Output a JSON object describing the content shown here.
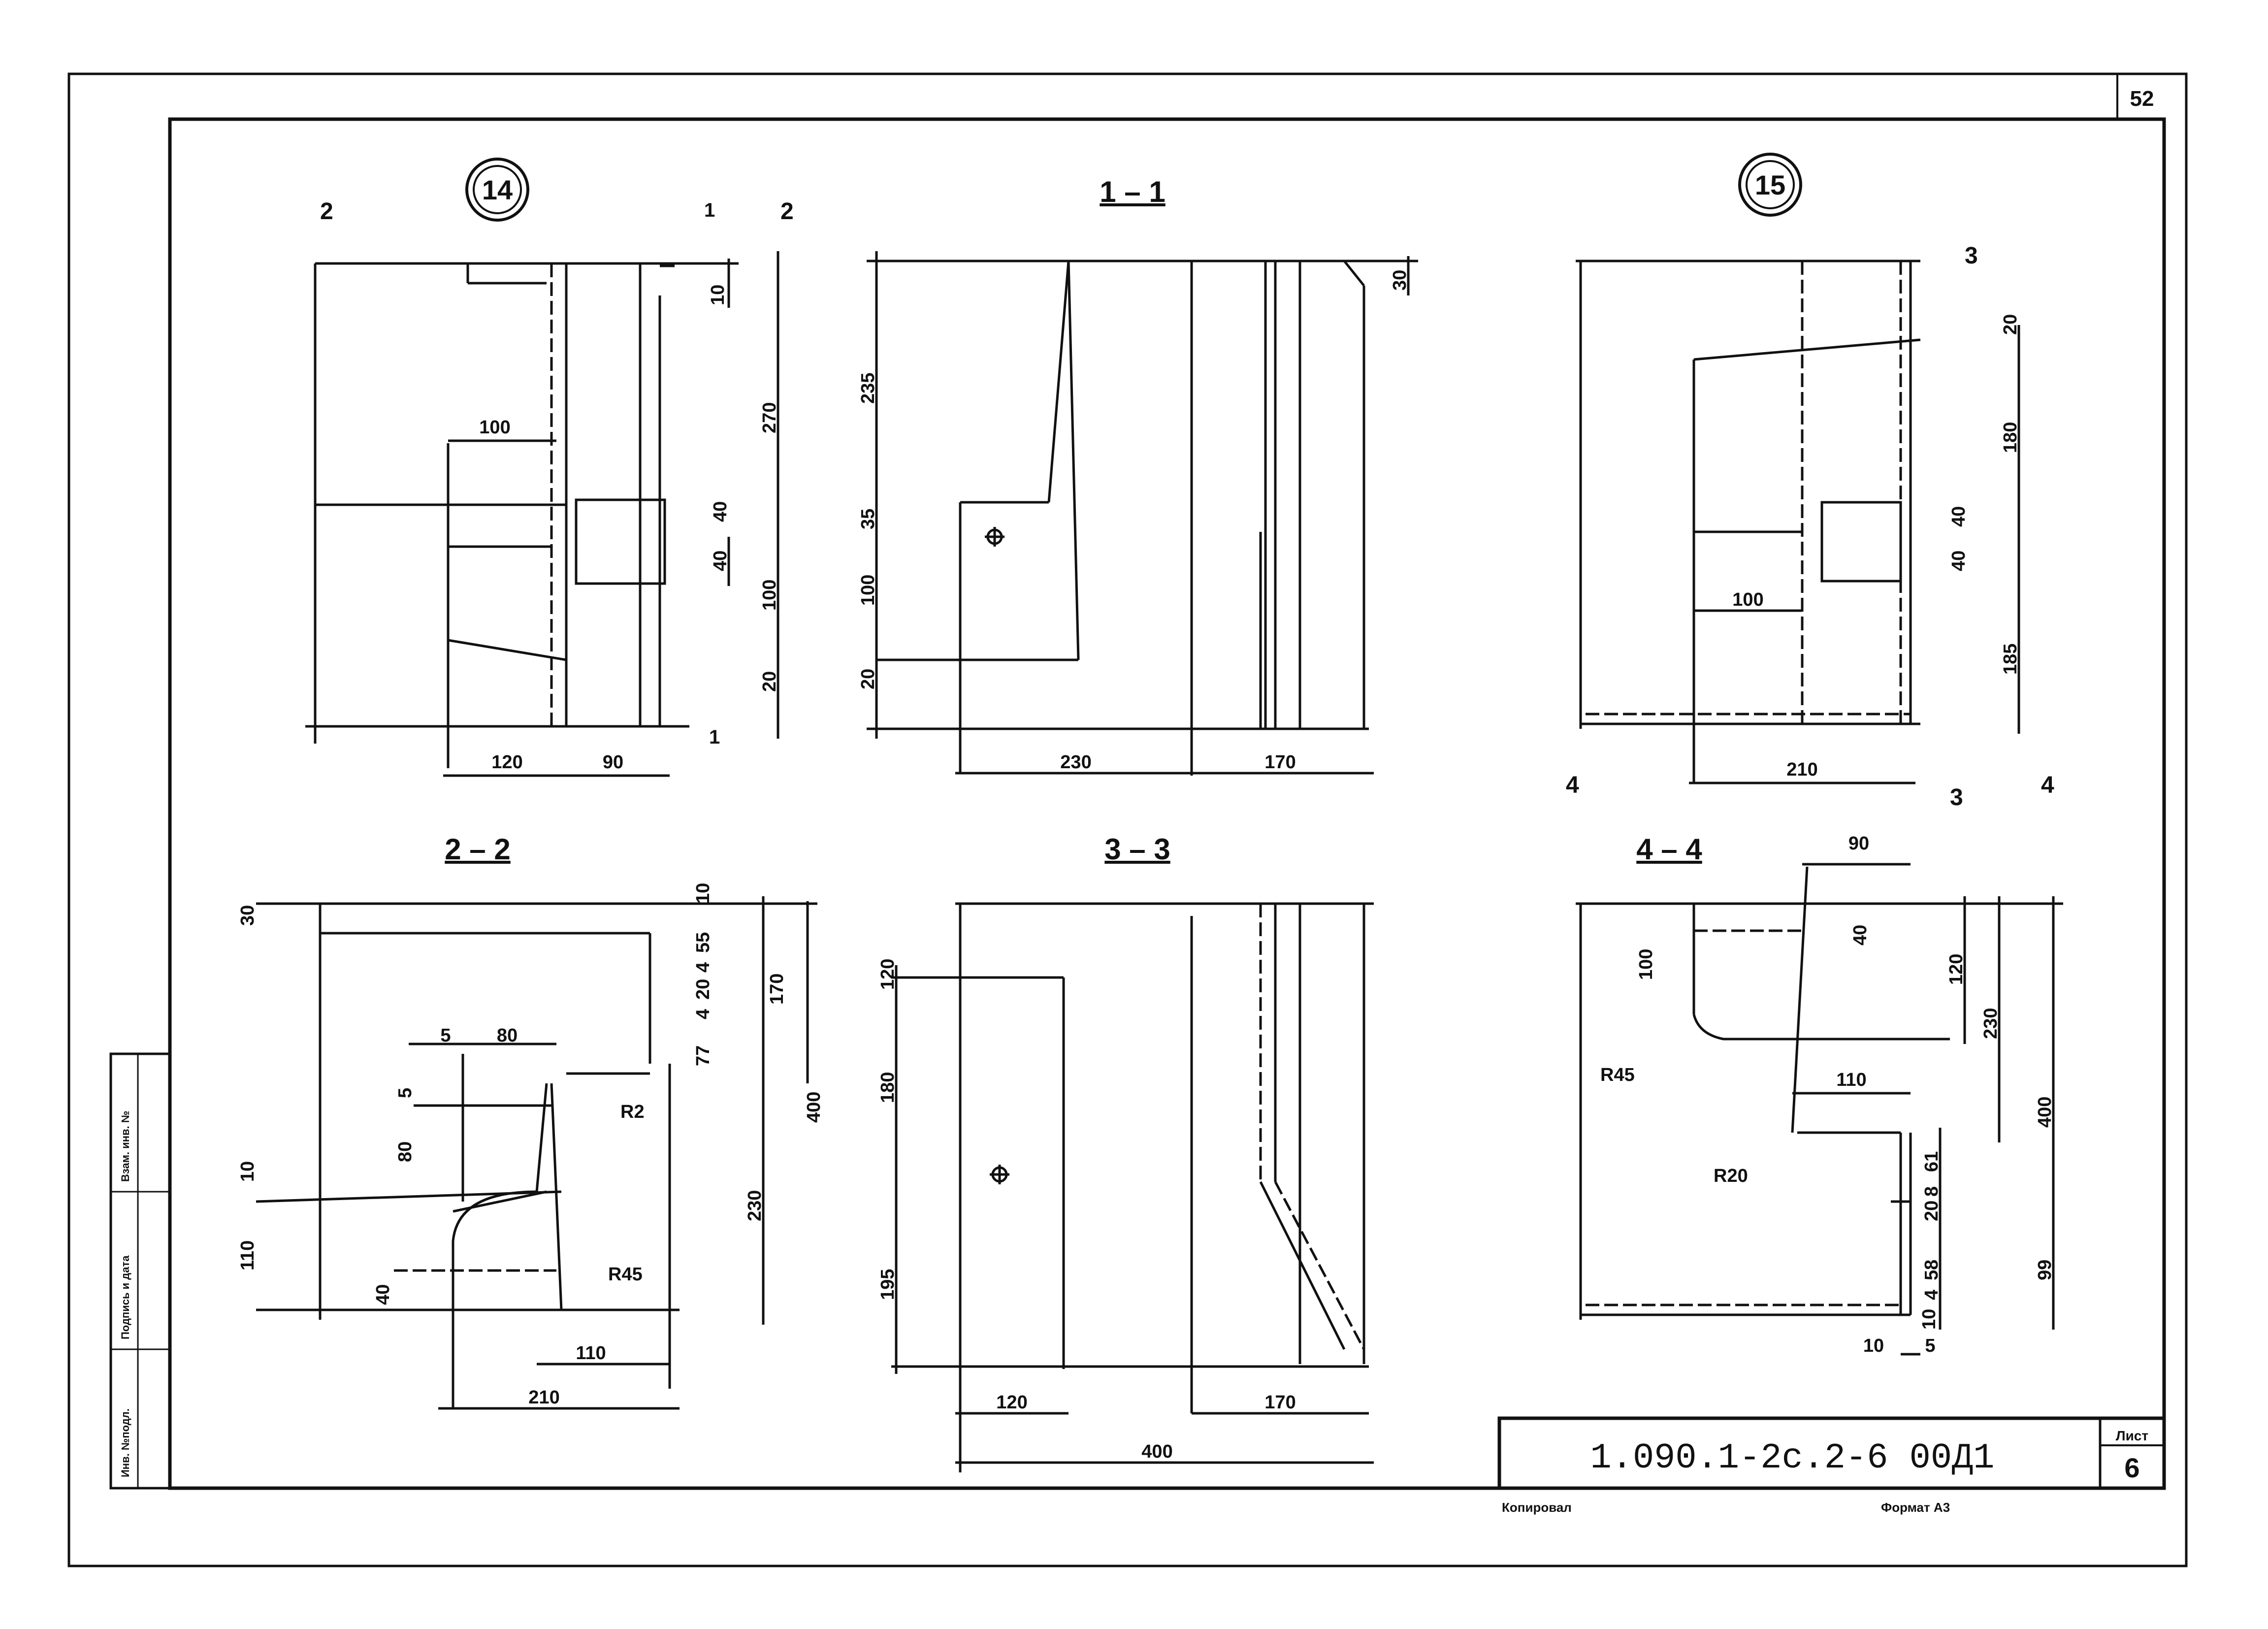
{
  "sheet": {
    "page_number": "52",
    "code": "1.090.1-2с.2-6   00Д1",
    "sheet_label": "Лист",
    "sheet_number": "6",
    "copied": "Копировал",
    "format": "Формат А3",
    "side_stamp": [
      "Инв. №подл.",
      "Подпись и дата",
      "Взам. инв. №"
    ]
  },
  "views": {
    "v14": {
      "title": "14",
      "dims": [
        "100",
        "40",
        "40",
        "100",
        "270",
        "10",
        "20",
        "120",
        "90",
        "2",
        "2",
        "1",
        "1"
      ]
    },
    "v11": {
      "title": "1 – 1",
      "dims": [
        "235",
        "35",
        "100",
        "20",
        "30",
        "230",
        "170"
      ]
    },
    "v15": {
      "title": "15",
      "dims": [
        "20",
        "180",
        "40",
        "40",
        "185",
        "100",
        "210",
        "3",
        "3",
        "4",
        "4"
      ]
    },
    "v22": {
      "title": "2 – 2",
      "dims": [
        "30",
        "10",
        "55",
        "4",
        "20",
        "4",
        "77",
        "170",
        "400",
        "230",
        "5",
        "80",
        "5",
        "80",
        "10",
        "110",
        "40",
        "R2",
        "R45",
        "210",
        "110"
      ]
    },
    "v33": {
      "title": "3 – 3",
      "dims": [
        "120",
        "180",
        "195",
        "120",
        "170",
        "400"
      ]
    },
    "v44": {
      "title": "4 – 4",
      "dims": [
        "90",
        "100",
        "40",
        "120",
        "R45",
        "110",
        "230",
        "400",
        "R20",
        "61",
        "20",
        "8",
        "99",
        "58",
        "4",
        "10",
        "10",
        "5"
      ]
    }
  }
}
